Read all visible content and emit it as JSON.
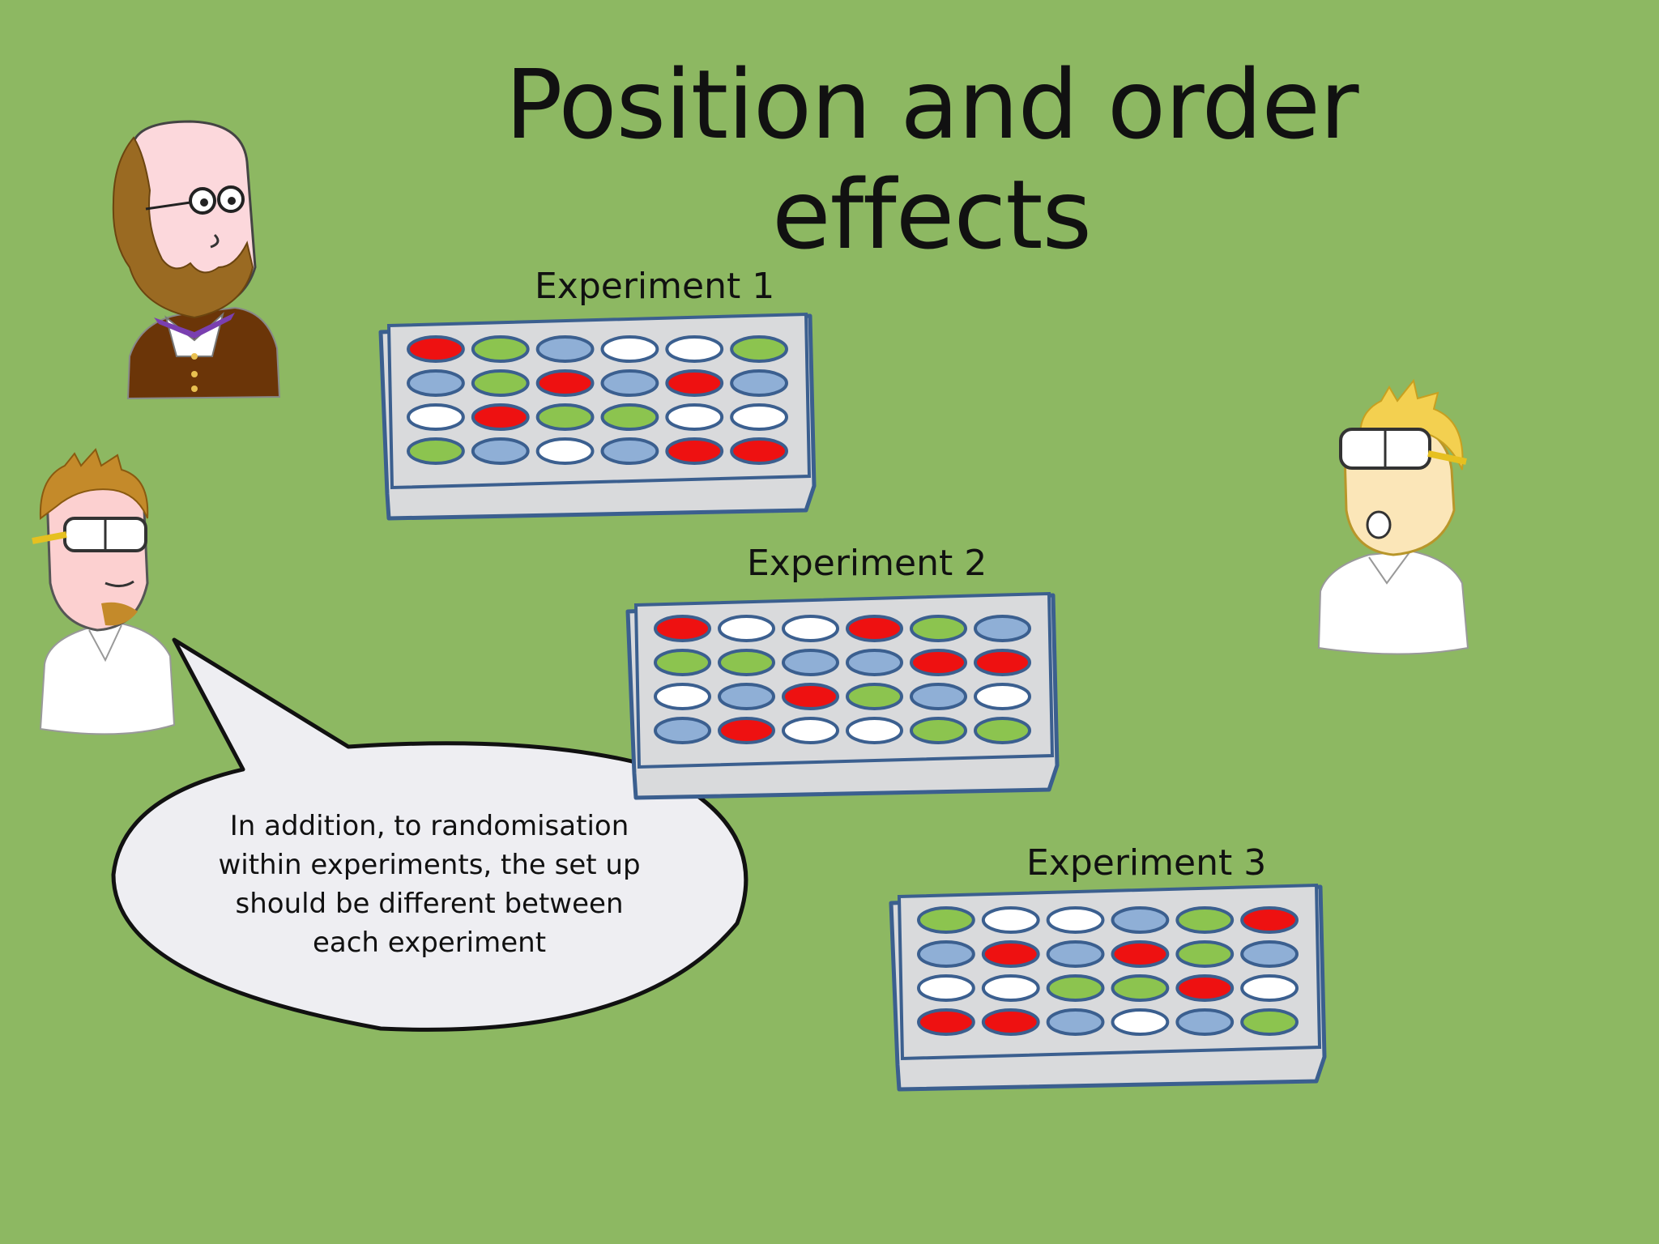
{
  "slide": {
    "title": "Position and order effects",
    "colors": {
      "background": "#8db862",
      "well_red": "#ee1111",
      "well_green": "#8cc44f",
      "well_blue": "#8fafd6",
      "well_white": "#ffffff",
      "plate_fill": "#d9dadc",
      "plate_outline": "#3b5f8f"
    },
    "plates": [
      {
        "label": "Experiment 1",
        "wells": [
          [
            "R",
            "G",
            "B",
            "W",
            "W",
            "G"
          ],
          [
            "B",
            "G",
            "R",
            "B",
            "R",
            "B"
          ],
          [
            "W",
            "R",
            "G",
            "G",
            "W",
            "W"
          ],
          [
            "G",
            "B",
            "W",
            "B",
            "R",
            "R"
          ]
        ]
      },
      {
        "label": "Experiment 2",
        "wells": [
          [
            "R",
            "W",
            "W",
            "R",
            "G",
            "B"
          ],
          [
            "G",
            "G",
            "B",
            "B",
            "R",
            "R"
          ],
          [
            "W",
            "B",
            "R",
            "G",
            "B",
            "W"
          ],
          [
            "B",
            "R",
            "W",
            "W",
            "G",
            "G"
          ]
        ]
      },
      {
        "label": "Experiment 3",
        "wells": [
          [
            "G",
            "W",
            "W",
            "B",
            "G",
            "R"
          ],
          [
            "B",
            "R",
            "B",
            "R",
            "G",
            "B"
          ],
          [
            "W",
            "W",
            "G",
            "G",
            "R",
            "W"
          ],
          [
            "R",
            "R",
            "B",
            "W",
            "B",
            "G"
          ]
        ]
      }
    ],
    "speech_bubble": {
      "lines": [
        "In addition, to randomisation",
        "within experiments,  the set up",
        "should be different between",
        "each experiment"
      ]
    },
    "characters": [
      {
        "name": "bearded professor",
        "icon": "professor-illustration"
      },
      {
        "name": "scientist with goggles and goatee",
        "icon": "scientist-illustration"
      },
      {
        "name": "blond scientist with goggles",
        "icon": "scientist-illustration"
      }
    ]
  }
}
